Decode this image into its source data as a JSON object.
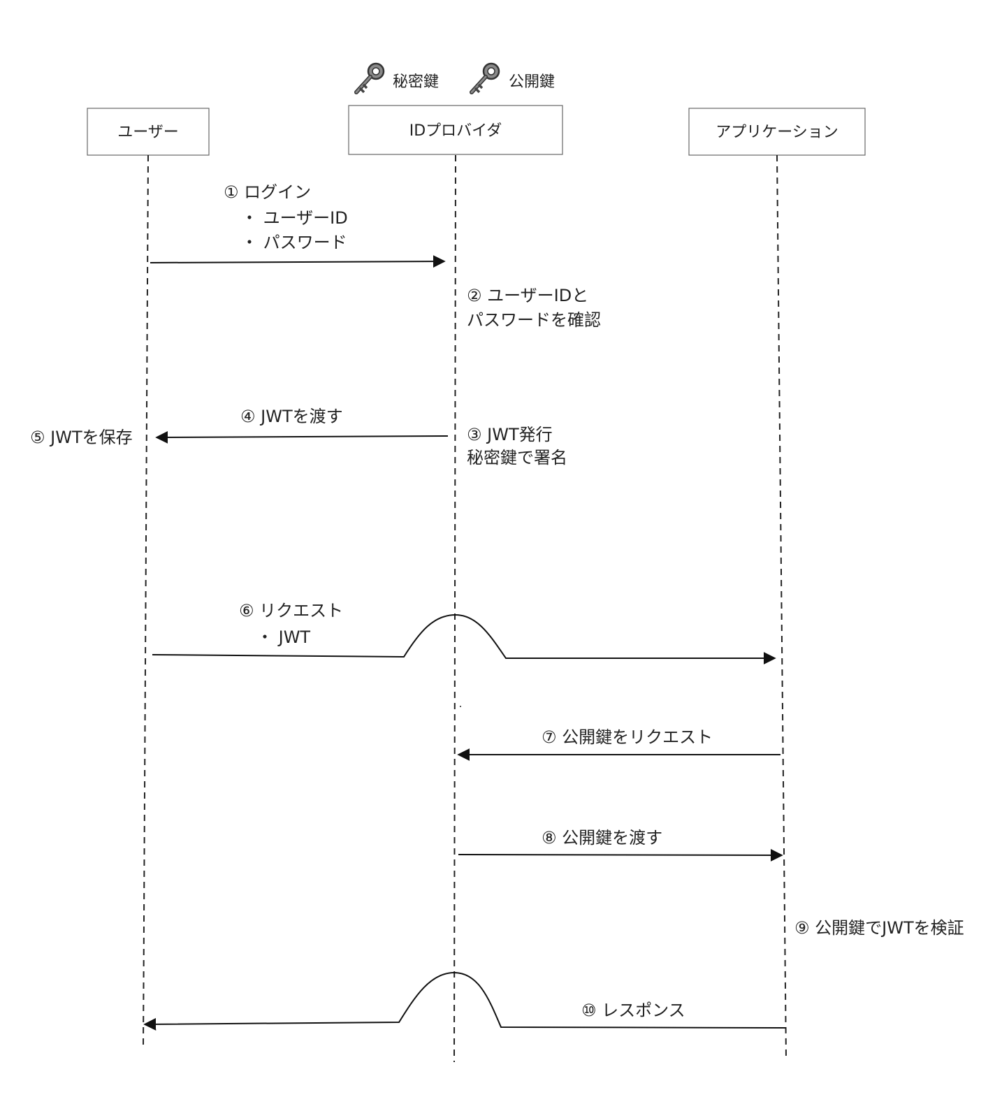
{
  "keys": [
    {
      "icon": "key-icon",
      "label": "秘密鍵"
    },
    {
      "icon": "key-icon",
      "label": "公開鍵"
    }
  ],
  "actors": [
    {
      "id": "user",
      "label": "ユーザー"
    },
    {
      "id": "idp",
      "label": "IDプロバイダ"
    },
    {
      "id": "app",
      "label": "アプリケーション"
    }
  ],
  "messages": {
    "m1": {
      "lines": [
        "① ログイン",
        "・ ユーザーID",
        "・ パスワード"
      ]
    },
    "m4": {
      "lines": [
        "④ JWTを渡す"
      ]
    },
    "m6": {
      "lines": [
        "⑥ リクエスト",
        "・ JWT"
      ]
    },
    "m7": {
      "lines": [
        "⑦ 公開鍵をリクエスト"
      ]
    },
    "m8": {
      "lines": [
        "⑧ 公開鍵を渡す"
      ]
    },
    "m10": {
      "lines": [
        "⑩ レスポンス"
      ]
    }
  },
  "notes": {
    "n2": {
      "lines": [
        "② ユーザーIDと",
        "パスワードを確認"
      ]
    },
    "n3": {
      "lines": [
        "③ JWT発行",
        "秘密鍵で署名"
      ]
    },
    "n5": {
      "lines": [
        "⑤ JWTを保存"
      ]
    },
    "n9": {
      "lines": [
        "⑨ 公開鍵でJWTを検証"
      ]
    }
  },
  "colors": {
    "line": "#111111",
    "box_border": "#666666",
    "text": "#222222"
  }
}
